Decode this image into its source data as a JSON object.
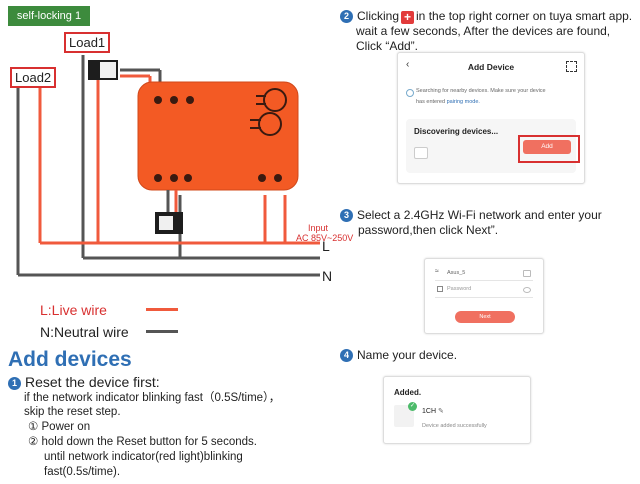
{
  "wiring": {
    "tag": "self-locking 1",
    "load1": "Load1",
    "load2": "Load2",
    "input_label": "Input",
    "input_voltage": "AC 85V~250V",
    "line_L": "L",
    "line_N": "N",
    "legend_live": "L:Live wire",
    "legend_neutral": "N:Neutral wire",
    "colors": {
      "live": "#f05a3c",
      "neutral": "#555555",
      "device": "#f35a24"
    }
  },
  "add_devices": {
    "title": "Add devices",
    "step1": {
      "num": "1",
      "title": "Reset the device first:",
      "line1": "if the network indicator blinking fast（0.5S/time），",
      "line2": "skip the reset step.",
      "sub1_num": "①",
      "sub1": "Power on",
      "sub2_num": "②",
      "sub2": "hold down the Reset button for 5 seconds.",
      "sub2_line2": "until  network indicator(red light)blinking",
      "sub2_line3": "fast(0.5s/time)."
    }
  },
  "step2": {
    "num": "2",
    "text_a": "Clicking",
    "text_b": "in the top right corner on tuya smart app.",
    "text_c": "wait a few seconds, After the devices are found,",
    "text_d": "Click  “Add”.",
    "screen": {
      "title": "Add Device",
      "searching_a": "Searching for nearby devices. Make sure your device",
      "searching_b": "has entered",
      "pairing_link": "pairing mode.",
      "discovering": "Discovering devices...",
      "add_button": "Add"
    }
  },
  "step3": {
    "num": "3",
    "text_a": "Select a 2.4GHz Wi-Fi network and enter your",
    "text_b": "password,then click Next”.",
    "screen": {
      "ssid": "Asus_5",
      "password_placeholder": "Password",
      "next_button": "Next"
    }
  },
  "step4": {
    "num": "4",
    "text": "Name your device.",
    "screen": {
      "title": "Added.",
      "device_name": "1CH",
      "status": "Device added successfully"
    }
  }
}
